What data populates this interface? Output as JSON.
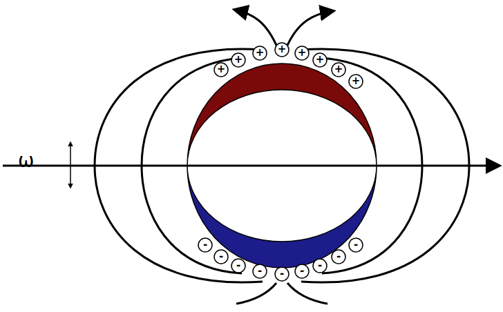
{
  "diagram": {
    "nodes": [
      {
        "text": [
          "+"
        ]
      },
      {
        "text": [
          "+"
        ]
      },
      {
        "text": [
          "+"
        ]
      },
      {
        "text": [
          "+"
        ]
      },
      {
        "text": [
          "+"
        ]
      },
      {
        "text": [
          "+"
        ]
      },
      {
        "text": [
          "+"
        ]
      },
      {
        "text": [
          "+"
        ]
      },
      {
        "text": [
          "-"
        ]
      },
      {
        "text": [
          "-"
        ]
      },
      {
        "text": [
          "-"
        ]
      },
      {
        "text": [
          "-"
        ]
      },
      {
        "text": [
          "-"
        ]
      },
      {
        "text": [
          "-"
        ]
      },
      {
        "text": [
          "-"
        ]
      },
      {
        "text": [
          "-"
        ]
      },
      {
        "text": [
          "-"
        ]
      }
    ],
    "labels": [
      "ω"
    ]
  }
}
